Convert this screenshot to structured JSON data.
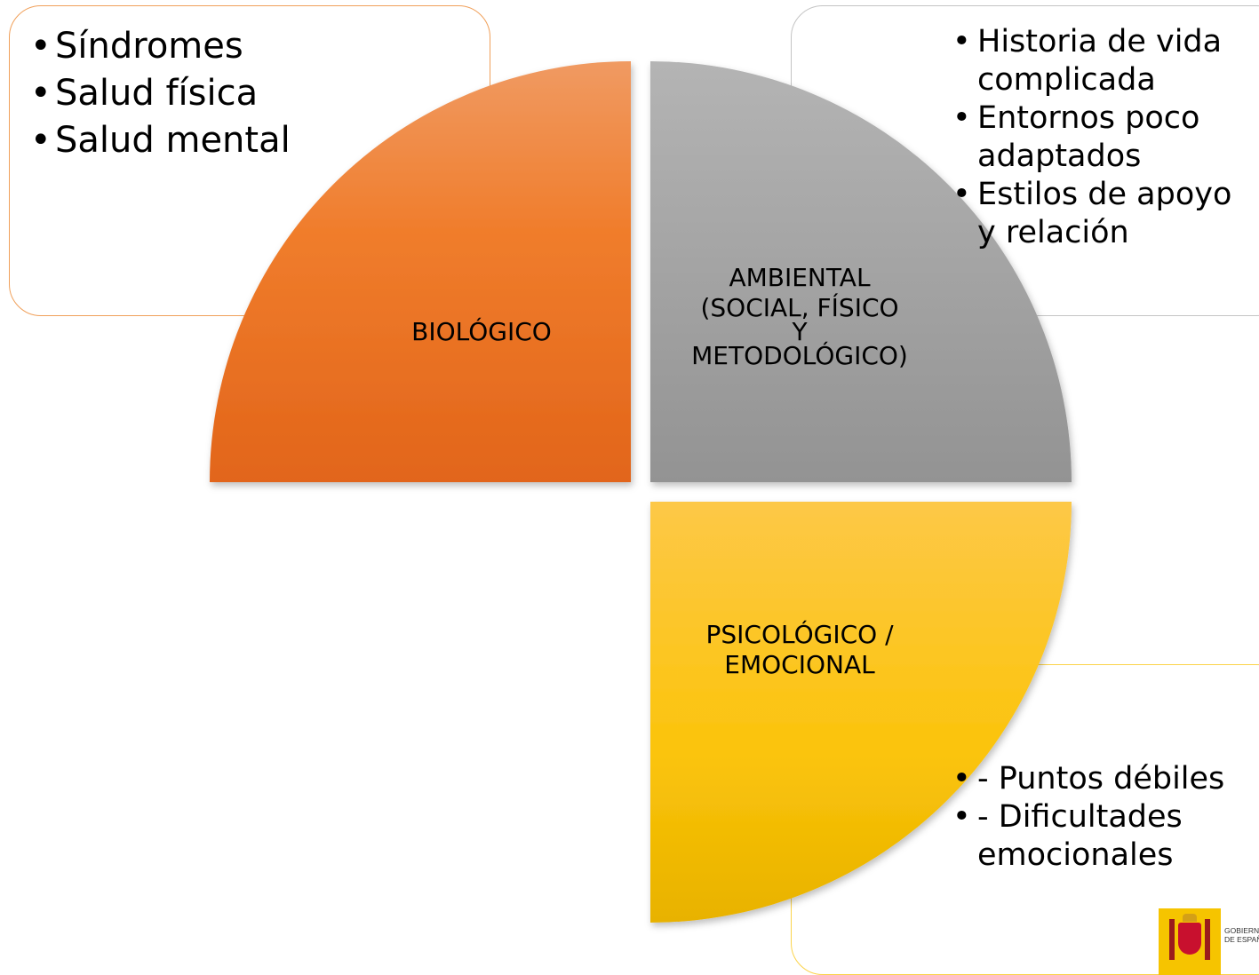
{
  "colors": {
    "biologico": "#ee7424",
    "ambiental": "#a7a7a7",
    "psicologico": "#fcc419",
    "box_border_biologico": "#f0a05a",
    "box_border_ambiental": "#c4c4c4",
    "box_border_psicologico": "#fbd34a"
  },
  "quadrants": {
    "biologico": {
      "label": "BIOLÓGICO"
    },
    "ambiental": {
      "label_lines": [
        "AMBIENTAL",
        "(SOCIAL, FÍSICO",
        "Y",
        "METODOLÓGICO)"
      ]
    },
    "psicologico": {
      "label_lines": [
        "PSICOLÓGICO /",
        "EMOCIONAL"
      ]
    }
  },
  "boxes": {
    "biologico": {
      "items": [
        "Síndromes",
        "Salud física",
        "Salud mental"
      ]
    },
    "ambiental": {
      "items": [
        "Historia de vida complicada",
        "Entornos poco adaptados",
        "Estilos de apoyo y relación"
      ]
    },
    "psicologico": {
      "items": [
        "- Puntos débiles",
        "- Dificultades emocionales"
      ]
    }
  },
  "logo": {
    "line1": "GOBIERNO",
    "line2": "DE ESPAÑA"
  }
}
